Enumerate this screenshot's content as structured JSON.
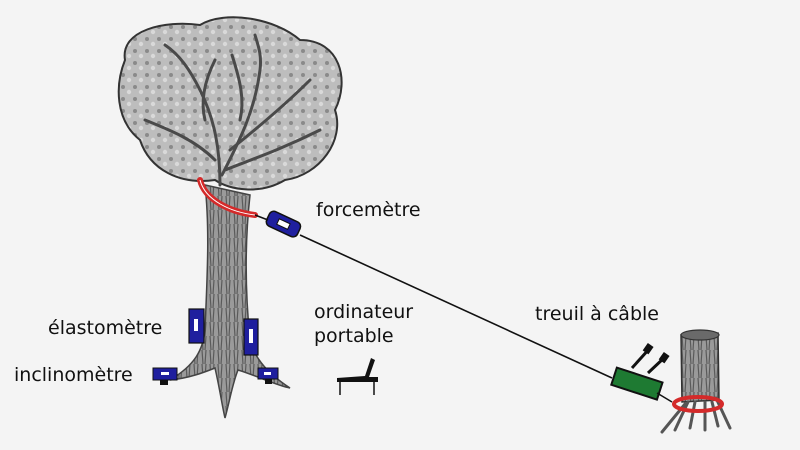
{
  "diagram": {
    "description": "Tree pulling test setup illustration",
    "colors": {
      "background": "#f4f4f4",
      "sling": "#d42a2a",
      "sensor_blue": "#1f1f9e",
      "winch_green": "#1e7a32",
      "cable": "#111111",
      "bark": "#8a8a8a"
    },
    "labels": {
      "forcemeter": "forcemètre",
      "elastometer": "élastomètre",
      "inclinometer": "inclinomètre",
      "laptop_line1": "ordinateur",
      "laptop_line2": "portable",
      "winch": "treuil à câble"
    },
    "components": [
      {
        "id": "tree",
        "type": "tree"
      },
      {
        "id": "tree-sling",
        "type": "sling"
      },
      {
        "id": "forcemeter",
        "type": "sensor",
        "label_key": "forcemeter"
      },
      {
        "id": "cable",
        "type": "cable"
      },
      {
        "id": "elastometer-left",
        "type": "sensor",
        "label_key": "elastometer"
      },
      {
        "id": "elastometer-right",
        "type": "sensor",
        "label_key": "elastometer"
      },
      {
        "id": "inclinometer-left",
        "type": "sensor",
        "label_key": "inclinometer"
      },
      {
        "id": "inclinometer-right",
        "type": "sensor",
        "label_key": "inclinometer"
      },
      {
        "id": "laptop",
        "type": "computer",
        "label_key": "laptop"
      },
      {
        "id": "winch",
        "type": "winch",
        "label_key": "winch"
      },
      {
        "id": "anchor-stump",
        "type": "stump"
      },
      {
        "id": "stump-sling",
        "type": "sling"
      }
    ]
  }
}
